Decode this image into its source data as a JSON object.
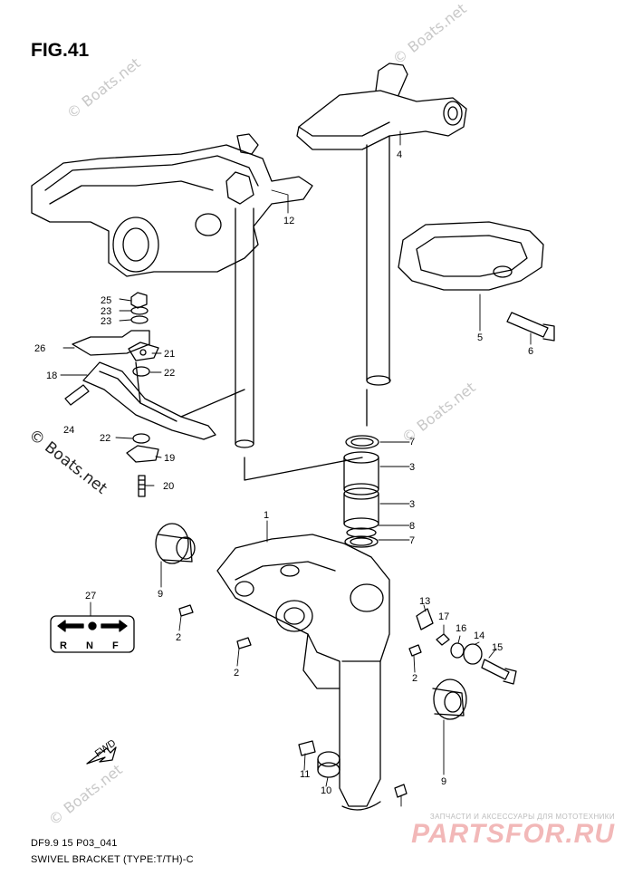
{
  "figure": {
    "title": "FIG.41",
    "footer_code": "DF9.9 15 P03_041",
    "footer_caption": "SWIVEL BRACKET (TYPE:T/TH)-C"
  },
  "callouts": [
    "1",
    "2",
    "2",
    "2",
    "3",
    "3",
    "4",
    "5",
    "6",
    "7",
    "7",
    "8",
    "9",
    "9",
    "10",
    "11",
    "12",
    "13",
    "14",
    "15",
    "16",
    "17",
    "18",
    "19",
    "20",
    "21",
    "22",
    "22",
    "23",
    "23",
    "24",
    "25",
    "26",
    "27"
  ],
  "direction_plate": {
    "letters": [
      "R",
      "N",
      "F"
    ]
  },
  "fwd_arrow": "FWD",
  "watermarks": {
    "text": "© Boats.net"
  },
  "brand": {
    "tagline": "ЗАПЧАСТИ И АКСЕССУАРЫ ДЛЯ МОТОТЕХНИКИ",
    "name": "PARTSFOR.RU"
  },
  "colors": {
    "line": "#000000",
    "watermark": "#c8c8c8",
    "brand": "#f2b8b8"
  }
}
